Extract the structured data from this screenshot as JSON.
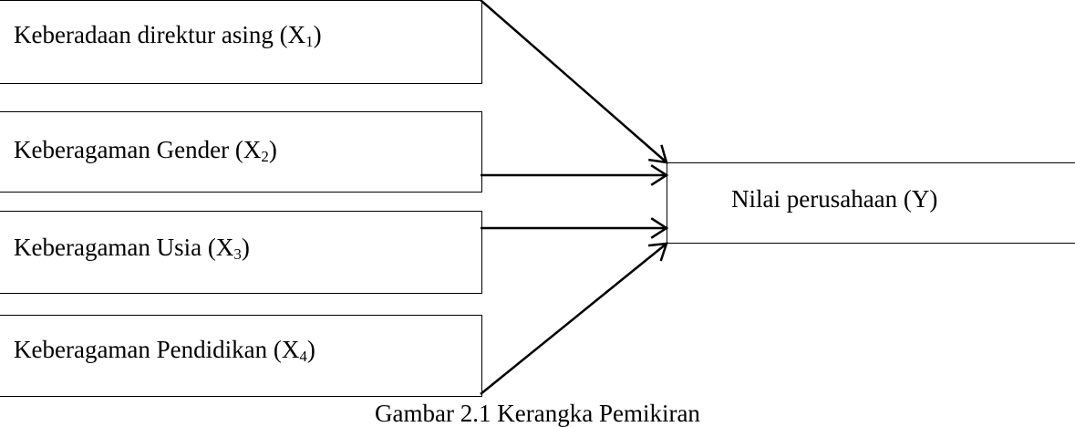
{
  "nodes": {
    "x1": {
      "text": "Keberadaan direktur  asing (X",
      "sub": "1",
      "close": ")"
    },
    "x2": {
      "text": "Keberagaman  Gender (X",
      "sub": "2",
      "close": ")"
    },
    "x3": {
      "text": "Keberagaman  Usia (X",
      "sub": "3",
      "close": ")"
    },
    "x4": {
      "text": "Keberagaman  Pendidikan (X",
      "sub": "4",
      "close": ")"
    },
    "y": {
      "text": "Nilai perusahaan (Y)"
    }
  },
  "edges": [
    {
      "from": "x1",
      "to": "y"
    },
    {
      "from": "x2",
      "to": "y"
    },
    {
      "from": "x3",
      "to": "y"
    },
    {
      "from": "x4",
      "to": "y"
    }
  ],
  "caption": "Gambar 2.1 Kerangka Pemikiran",
  "colors": {
    "line": "#000000",
    "background": "#ffffff"
  }
}
